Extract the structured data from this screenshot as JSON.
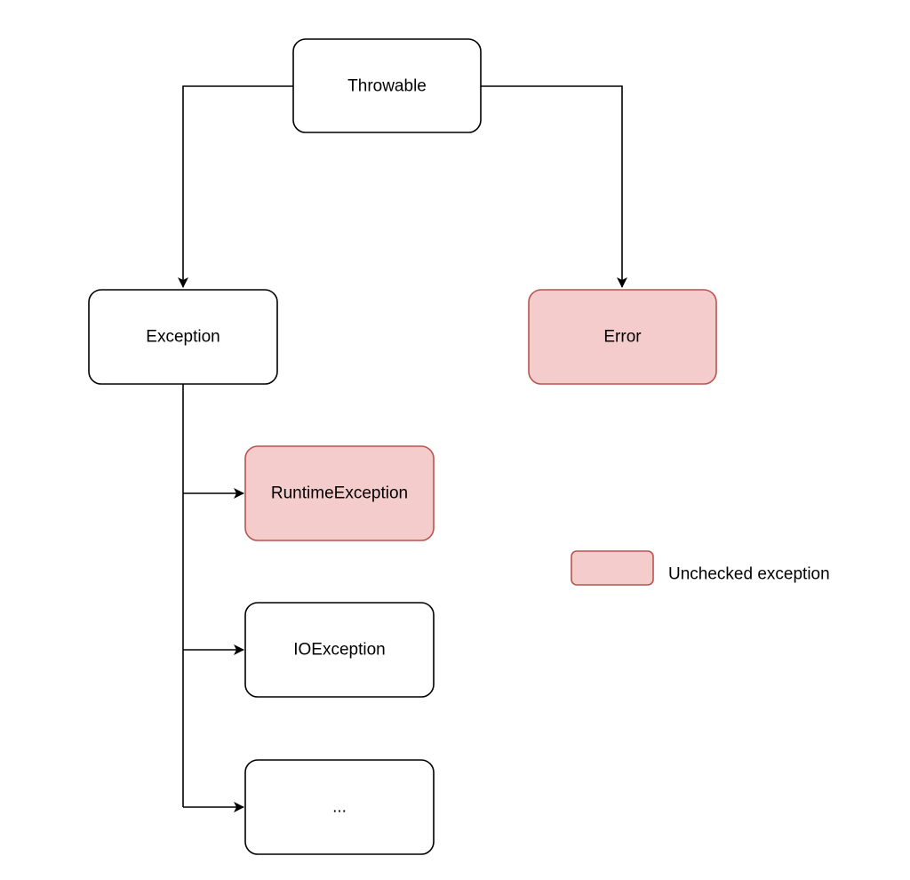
{
  "colors": {
    "unchecked_fill": "#f4cccc",
    "unchecked_stroke": "#b85450",
    "default_fill": "#ffffff",
    "default_stroke": "#000000",
    "edge": "#000000"
  },
  "nodes": {
    "throwable": {
      "label": "Throwable",
      "unchecked": false
    },
    "exception": {
      "label": "Exception",
      "unchecked": false
    },
    "error": {
      "label": "Error",
      "unchecked": true
    },
    "runtime_exception": {
      "label": "RuntimeException",
      "unchecked": true
    },
    "io_exception": {
      "label": "IOException",
      "unchecked": false
    },
    "more": {
      "label": "...",
      "unchecked": false
    }
  },
  "edges": [
    {
      "from": "throwable",
      "to": "exception"
    },
    {
      "from": "throwable",
      "to": "error"
    },
    {
      "from": "exception",
      "to": "runtime_exception"
    },
    {
      "from": "exception",
      "to": "io_exception"
    },
    {
      "from": "exception",
      "to": "more"
    }
  ],
  "legend": {
    "label": "Unchecked exception"
  }
}
